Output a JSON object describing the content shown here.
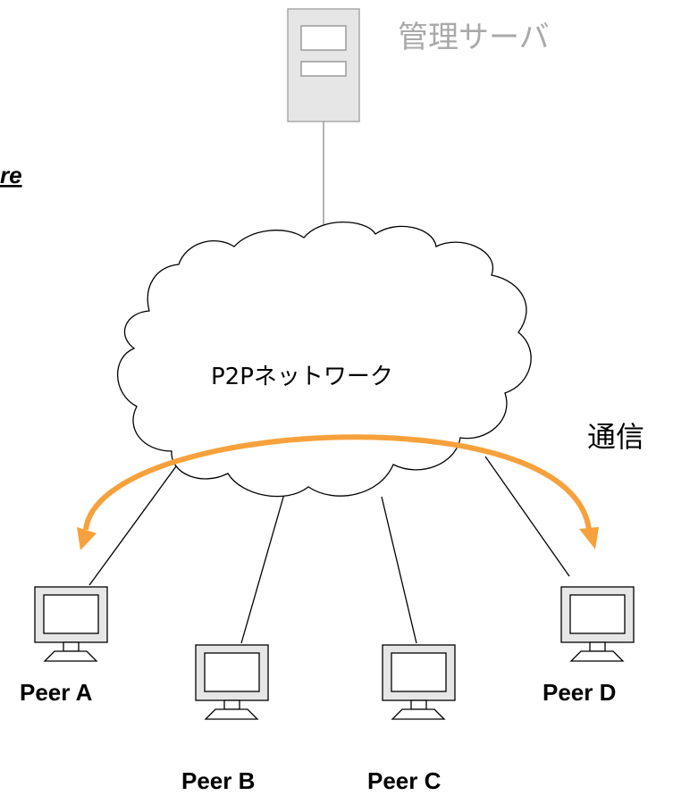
{
  "server": {
    "label": "管理サーバ",
    "icon": "server-icon",
    "color": "#a9a9a9",
    "fill": "#e6e6e6"
  },
  "side_text": {
    "label": "re"
  },
  "network": {
    "label": "P2Pネットワーク",
    "icon": "cloud-icon"
  },
  "communication": {
    "label": "通信",
    "color": "#f7a13c"
  },
  "peers": [
    {
      "id": "a",
      "label": "Peer A",
      "icon": "monitor-icon"
    },
    {
      "id": "b",
      "label": "Peer B",
      "icon": "monitor-icon"
    },
    {
      "id": "c",
      "label": "Peer C",
      "icon": "monitor-icon"
    },
    {
      "id": "d",
      "label": "Peer D",
      "icon": "monitor-icon"
    }
  ],
  "colors": {
    "line": "#000000",
    "monitor_fill": "#e6e6e6"
  }
}
